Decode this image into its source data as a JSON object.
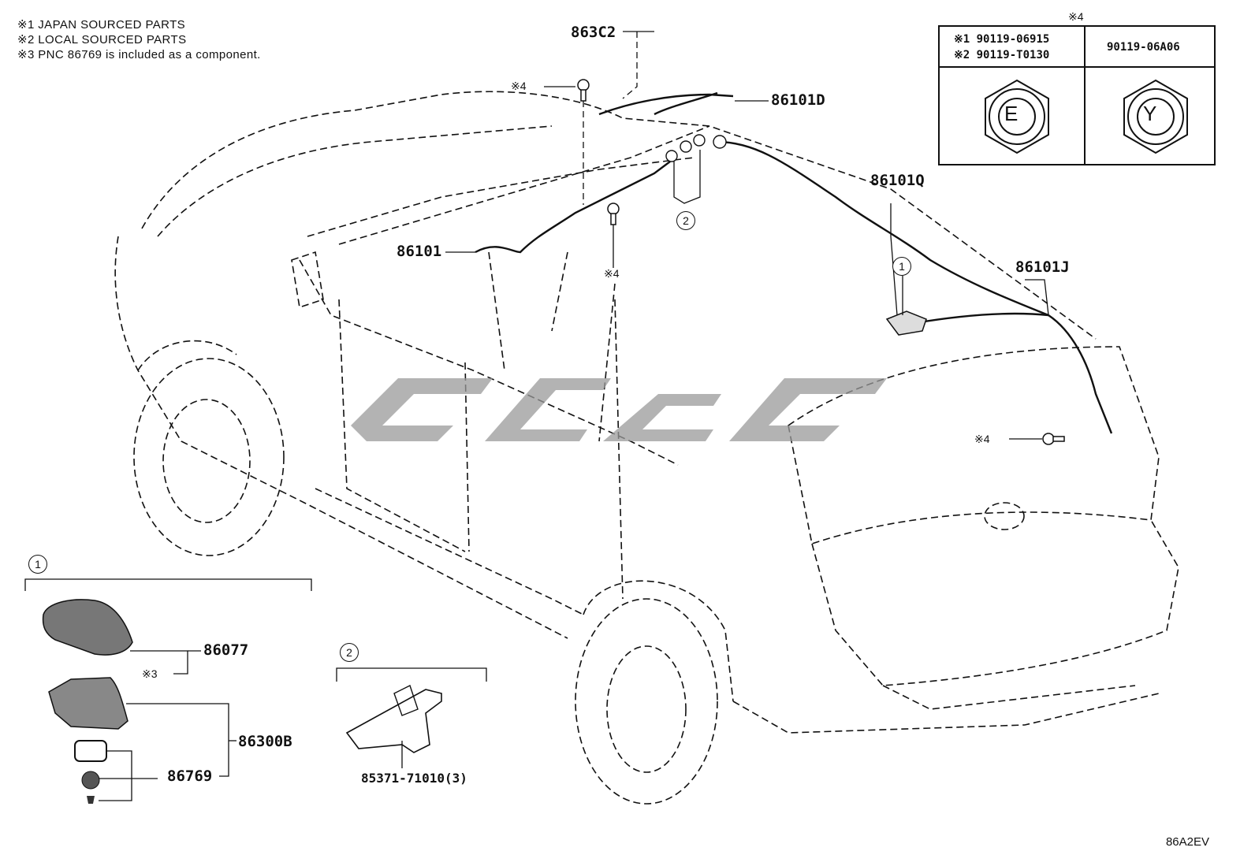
{
  "notes": [
    "※1 JAPAN SOURCED PARTS",
    "※2 LOCAL SOURCED PARTS",
    "※3 PNC 86769 is included as a component."
  ],
  "labels": {
    "p863c2": "863C2",
    "p86101d": "86101D",
    "p86101q": "86101Q",
    "p86101": "86101",
    "p86101j": "86101J",
    "p86077": "86077",
    "p86300b": "86300B",
    "p86769": "86769",
    "p85371": "85371-71010(3)",
    "bolt_ref": "※4",
    "note3_ref": "※3"
  },
  "callouts": {
    "one": "1",
    "two": "2"
  },
  "bolt_table": {
    "title": "※4",
    "left_line1": "※1 90119-06915",
    "left_line2": "※2 90119-T0130",
    "right_pn": "90119-06A06",
    "mark_left": "E",
    "mark_right": "Y"
  },
  "reference_code": "86A2EV"
}
